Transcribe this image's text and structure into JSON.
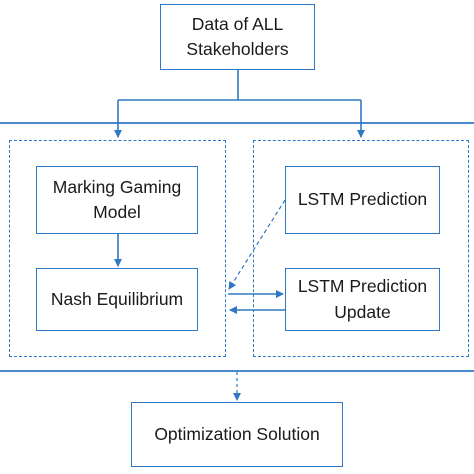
{
  "diagram": {
    "nodes": {
      "data": "Data of ALL\nStakeholders",
      "gaming": "Marking Gaming\nModel",
      "nash": "Nash Equilibrium",
      "lstm": "LSTM Prediction",
      "lstm_update": "LSTM Prediction\nUpdate",
      "optimization": "Optimization Solution"
    },
    "edges": [
      {
        "from": "data",
        "to": "left-region"
      },
      {
        "from": "data",
        "to": "right-region"
      },
      {
        "from": "gaming",
        "to": "nash"
      },
      {
        "from": "lstm",
        "to": "nash",
        "style": "dashed"
      },
      {
        "from": "nash",
        "to": "lstm_update"
      },
      {
        "from": "lstm_update",
        "to": "nash"
      },
      {
        "from": "system-band",
        "to": "optimization"
      }
    ],
    "colors": {
      "line": "#2f78c4",
      "text": "#1a1a1a",
      "background": "#ffffff"
    }
  }
}
